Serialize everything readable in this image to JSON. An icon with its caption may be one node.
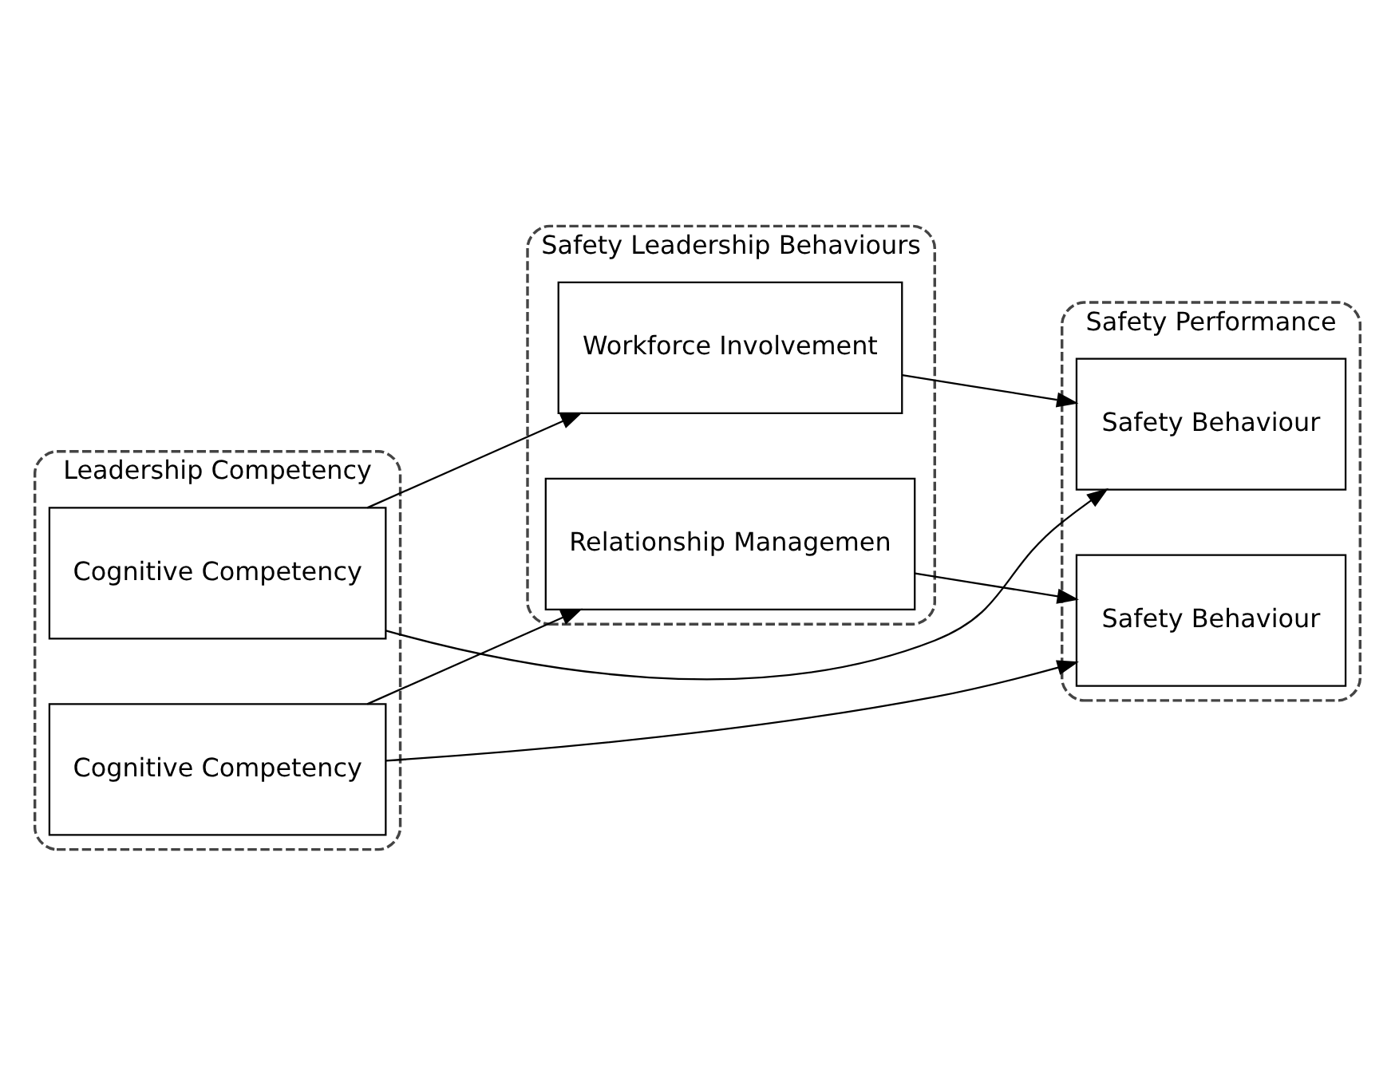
{
  "diagram": {
    "nodes": [
      {
        "text": [
          "Leadership Competency"
        ]
      },
      {
        "text": [
          "Cognitive Competency"
        ],
        "in": 0
      },
      {
        "text": [
          "Cognitive Competency"
        ],
        "in": 0
      },
      {
        "text": [
          "Safety Leadership Behaviours"
        ]
      },
      {
        "text": [
          "Workforce Involvement"
        ],
        "in": 3
      },
      {
        "text": [
          "Relationship Managemen"
        ],
        "in": 3
      },
      {
        "text": [
          "Safety Performance"
        ]
      },
      {
        "text": [
          "Safety Behaviour"
        ],
        "in": 6
      },
      {
        "text": [
          "Safety Behaviour"
        ],
        "in": 6
      }
    ],
    "edges": [
      {
        "from": 1,
        "to": 4,
        "arrow": "to"
      },
      {
        "from": 1,
        "to": 7,
        "arrow": "to"
      },
      {
        "from": 2,
        "to": 8,
        "arrow": "to"
      },
      {
        "from": 2,
        "to": 5,
        "arrow": "to"
      },
      {
        "from": 4,
        "to": 7,
        "arrow": "to"
      },
      {
        "from": 5,
        "to": 8,
        "arrow": "to"
      }
    ]
  }
}
